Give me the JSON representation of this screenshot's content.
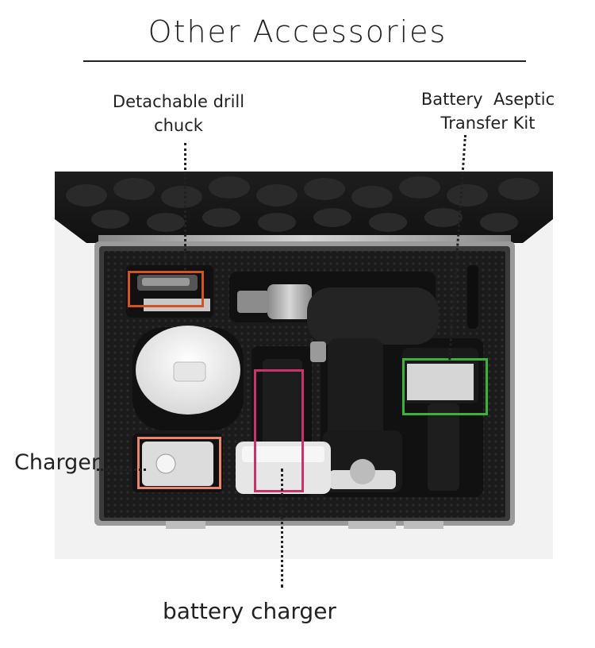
{
  "title": "Other Accessories",
  "labels": {
    "chuck_line1": "Detachable drill",
    "chuck_line2": "chuck",
    "kit_line1": "Battery  Aseptic",
    "kit_line2": "Transfer Kit",
    "charger": "Charger",
    "battery_charger": "battery charger"
  },
  "colors": {
    "chuck_box": "#d0551e",
    "charger_box": "#e8866e",
    "battery_charger_box": "#c8336a",
    "kit_box": "#3cb13c"
  }
}
